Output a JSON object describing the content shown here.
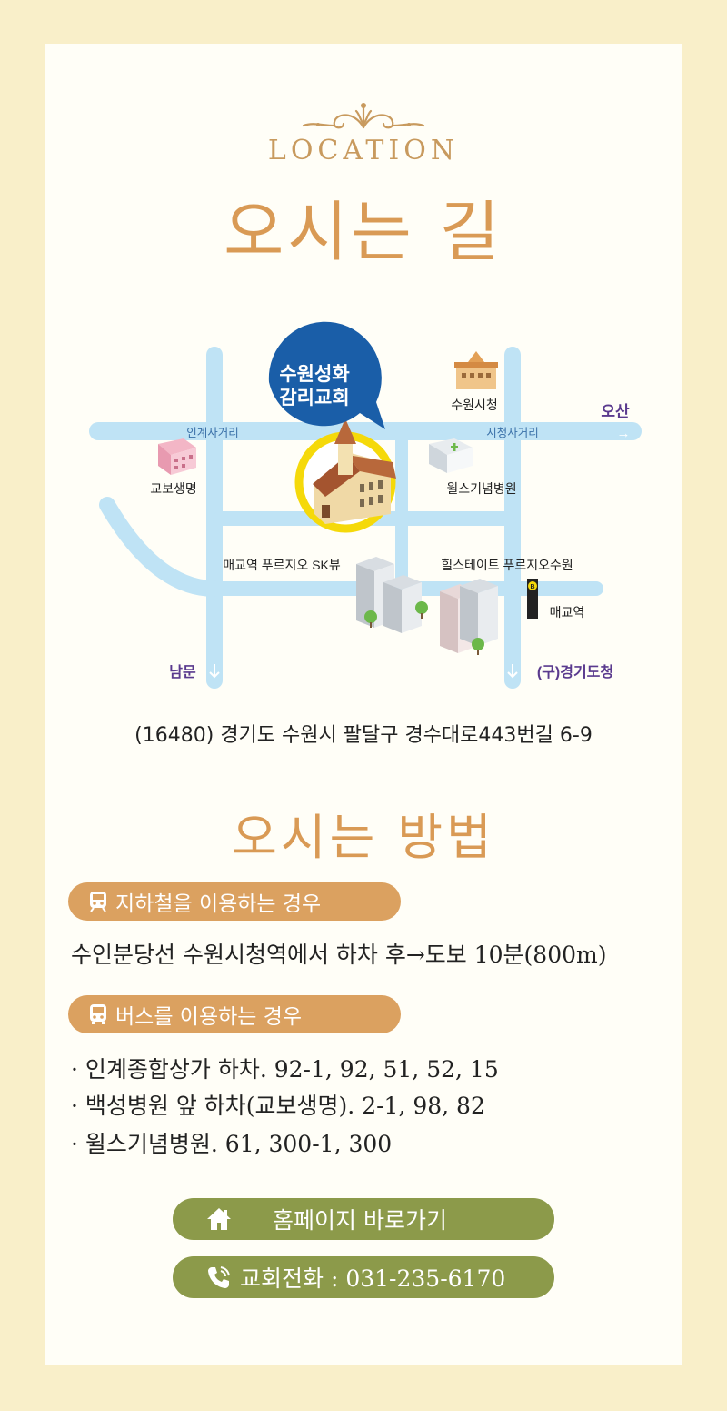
{
  "header": {
    "eyebrow": "LOCATION",
    "title": "오시는 길"
  },
  "map": {
    "church_badge_line1": "수원성화",
    "church_badge_line2": "감리교회",
    "labels": {
      "city_hall": "수원시청",
      "osan": "오산",
      "osan_arrow": "→",
      "ingye_intersection": "인계사거리",
      "cityhall_intersection": "시청사거리",
      "kyobo": "교보생명",
      "wells_hospital": "윌스기념병원",
      "maegyo_purgio": "매교역 푸르지오 SK뷰",
      "hillstate": "힐스테이트 푸르지오수원",
      "maegyo_station": "매교역",
      "station_mark": "B",
      "nammun": "남문",
      "old_province": "(구)경기도청"
    }
  },
  "address": "(16480) 경기도 수원시 팔달구 경수대로443번길 6-9",
  "directions": {
    "title": "오시는 방법",
    "subway_heading": "지하철을 이용하는 경우",
    "subway_line": "수인분당선 수원시청역에서 하차 후→도보 10분(800m)",
    "bus_heading": "버스를 이용하는 경우",
    "bus_lines": [
      "· 인계종합상가 하차. 92-1, 92, 51, 52, 15",
      "· 백성병원 앞 하차(교보생명). 2-1, 98, 82",
      "· 윌스기념병원. 61, 300-1, 300"
    ]
  },
  "buttons": {
    "homepage": "홈페이지 바로가기",
    "phone": "교회전화 : 031-235-6170"
  },
  "colors": {
    "background": "#f9efc9",
    "accent": "#d99a55",
    "button": "#8c9a4a",
    "road": "#bfe3f5",
    "badge": "#1a5ea8",
    "highlight": "#f5d90a"
  },
  "icons": {
    "subway": "subway-icon",
    "bus": "bus-icon",
    "home": "home-icon",
    "phone": "phone-icon"
  }
}
